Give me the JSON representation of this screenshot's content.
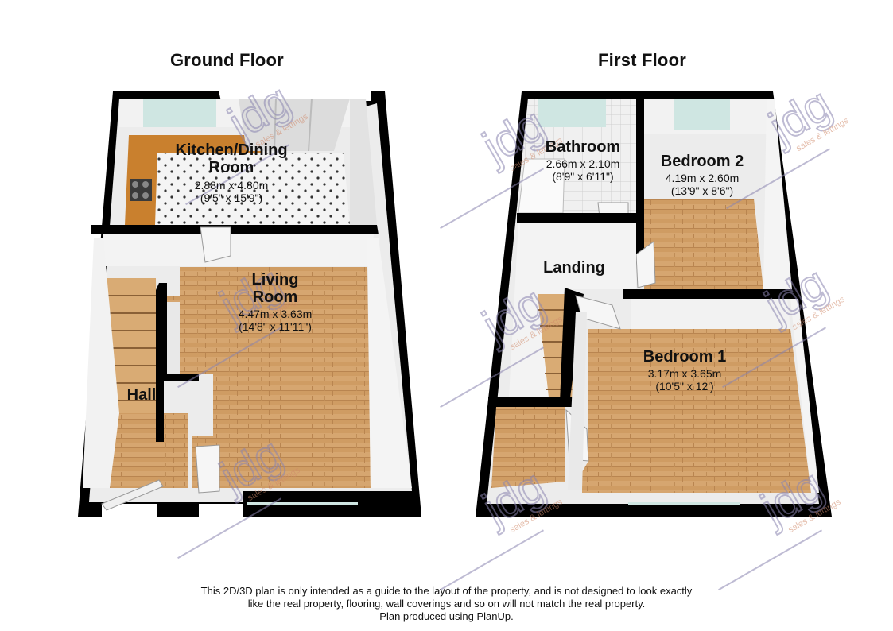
{
  "floors": [
    {
      "title": "Ground Floor",
      "rooms": [
        {
          "name_lines": [
            "Kitchen/Dining",
            "Room"
          ],
          "metric": "2.88m x 4.80m",
          "imperial": "(9'5\" x 15'9\")"
        },
        {
          "name_lines": [
            "Living",
            "Room"
          ],
          "metric": "4.47m x 3.63m",
          "imperial": "(14'8\" x 11'11\")"
        },
        {
          "name_lines": [
            "Hall"
          ],
          "metric": "",
          "imperial": ""
        }
      ]
    },
    {
      "title": "First Floor",
      "rooms": [
        {
          "name_lines": [
            "Bathroom"
          ],
          "metric": "2.66m x 2.10m",
          "imperial": "(8'9\" x 6'11\")"
        },
        {
          "name_lines": [
            "Bedroom 2"
          ],
          "metric": "4.19m x 2.60m",
          "imperial": "(13'9\" x 8'6\")"
        },
        {
          "name_lines": [
            "Landing"
          ],
          "metric": "",
          "imperial": ""
        },
        {
          "name_lines": [
            "Bedroom 1"
          ],
          "metric": "3.17m x 3.65m",
          "imperial": "(10'5\" x 12')"
        }
      ]
    }
  ],
  "watermark": {
    "logo": "jdg",
    "tagline": "sales & lettings",
    "color": "#8a84b0"
  },
  "colors": {
    "wall": "#000000",
    "floor_wood": "#d4a572",
    "floor_wood_dark": "#b9824e",
    "wall_inner": "#eeeeee",
    "tile": "#f2f2f2",
    "window": "#cfe6e2"
  },
  "disclaimer": [
    "This 2D/3D plan is only intended as a guide to the layout of the property, and is not designed to look exactly",
    "like the real property, flooring, wall coverings and so on will not match the real property.",
    "Plan produced using PlanUp."
  ]
}
